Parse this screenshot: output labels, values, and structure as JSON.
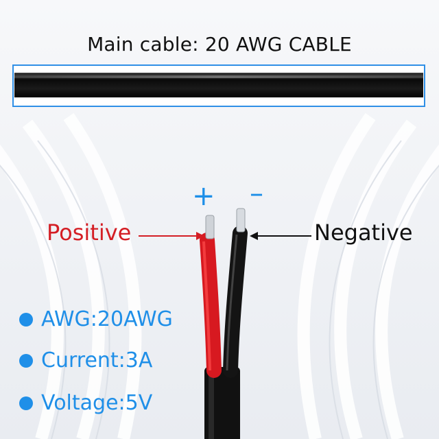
{
  "header": {
    "title": "Main cable: 20 AWG CABLE"
  },
  "polarity": {
    "plus": "+",
    "minus": "–"
  },
  "labels": {
    "positive": "Positive",
    "negative": "Negative"
  },
  "specs": [
    {
      "text": "AWG:20AWG"
    },
    {
      "text": "Current:3A"
    },
    {
      "text": "Voltage:5V"
    }
  ],
  "colors": {
    "accent": "#1f8fe8",
    "positive": "#d41e24",
    "negative": "#111111"
  }
}
